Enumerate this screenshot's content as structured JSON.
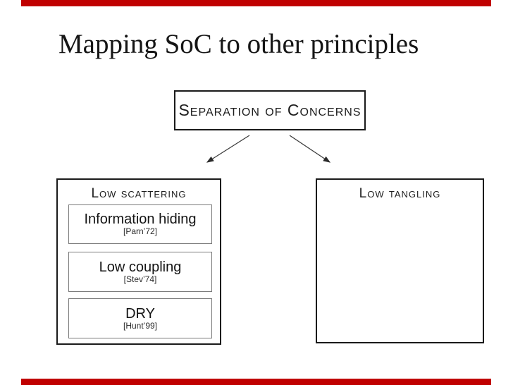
{
  "slide": {
    "accent_color": "#C00000",
    "title": "Mapping SoC to other principles",
    "soc_box": {
      "label": "Separation of Concerns"
    },
    "left_panel": {
      "header": "Low scattering",
      "items": [
        {
          "label": "Information hiding",
          "citation": "[Parn’72]"
        },
        {
          "label": "Low coupling",
          "citation": "[Stev’74]"
        },
        {
          "label": "DRY",
          "citation": "[Hunt’99]"
        }
      ]
    },
    "right_panel": {
      "header": "Low tangling"
    }
  }
}
